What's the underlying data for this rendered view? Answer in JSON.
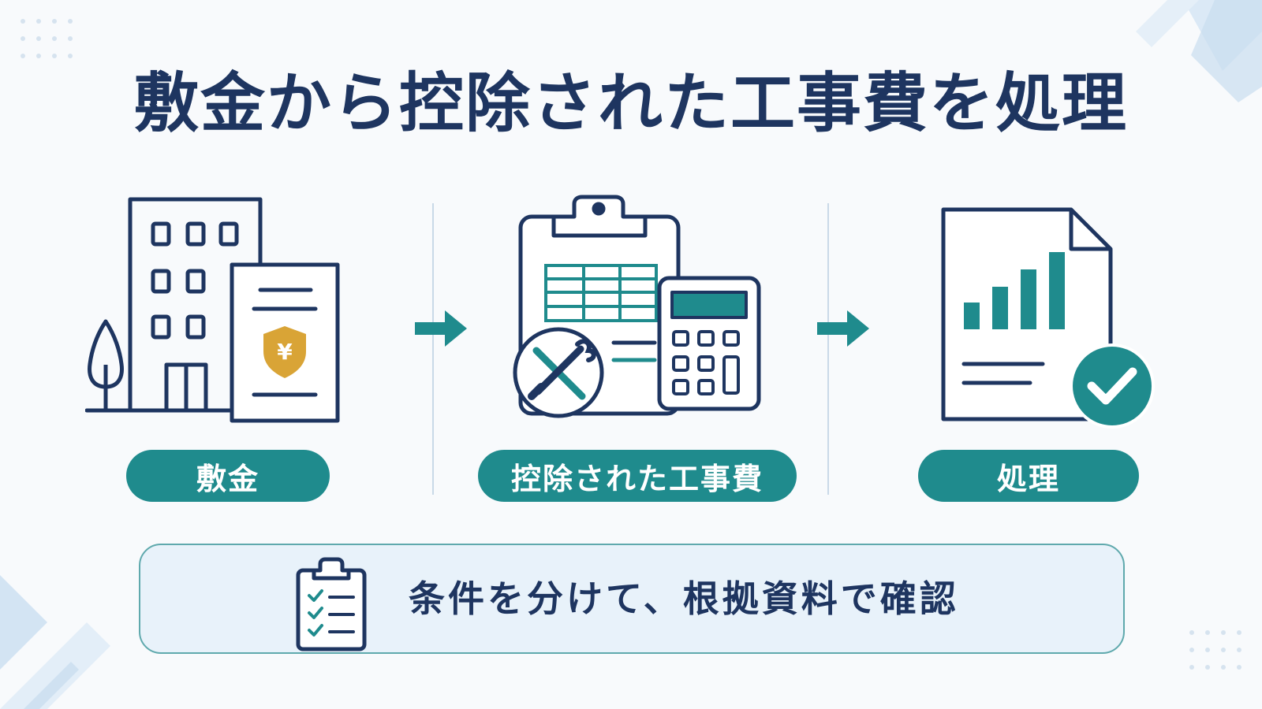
{
  "title": "敷金から控除された工事費を処理",
  "steps": [
    {
      "label": "敷金"
    },
    {
      "label": "控除された工事費"
    },
    {
      "label": "処理"
    }
  ],
  "deposit_doc": {
    "currency_symbol": "¥"
  },
  "note": {
    "text": "条件を分けて、根拠資料で確認"
  },
  "colors": {
    "navy": "#1e3560",
    "teal": "#1f8b8d",
    "gold": "#d9a436",
    "light_blue": "#e8f2fa"
  }
}
